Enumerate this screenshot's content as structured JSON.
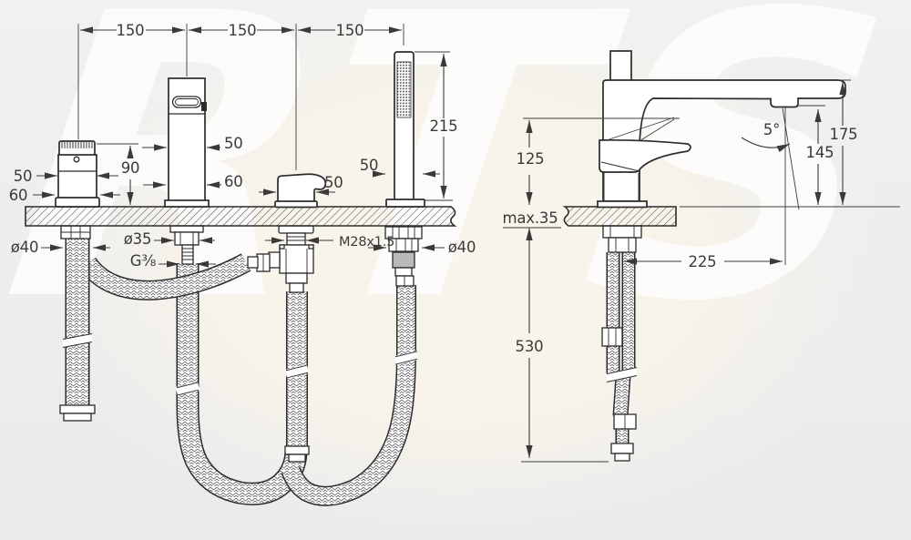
{
  "watermark_text": "RTS",
  "front_view": {
    "spacings": [
      "150",
      "150",
      "150"
    ],
    "handle": {
      "top_width": "50",
      "base_width": "60",
      "height": "90"
    },
    "spout": {
      "top_width": "50",
      "base_width": "60"
    },
    "diverter": {
      "width": "50",
      "thread_label": "M28x1.5"
    },
    "hand_shower": {
      "height": "215",
      "base_width": "50"
    },
    "holes": {
      "left_hole": "ø40",
      "spout_hole": "ø35",
      "supply_thread": "G⅜",
      "right_hole": "ø40"
    }
  },
  "side_view": {
    "handle_raise_height": "125",
    "deck_thickness": "max.35",
    "below_deck_length": "530",
    "spout_reach": "225",
    "spout_angle": "5°",
    "outlet_height": "145",
    "total_height": "175"
  }
}
